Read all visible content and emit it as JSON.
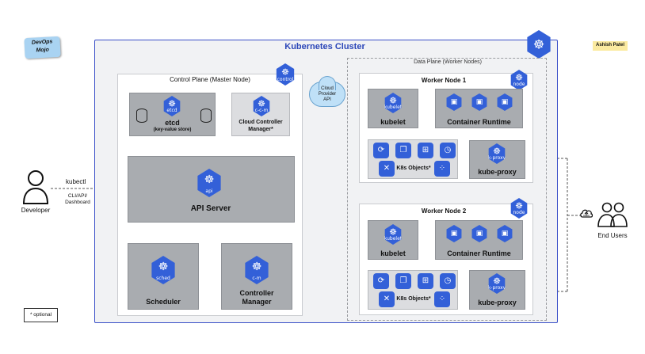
{
  "brand": {
    "logo_line1": "DevOps",
    "logo_line2": "Mojo",
    "author": "Ashish Patel"
  },
  "cluster": {
    "title": "Kubernetes Cluster"
  },
  "control_plane": {
    "title": "Control Plane (Master Node)",
    "etcd": {
      "name": "etcd",
      "desc": "(key-value store)",
      "icon_label": "etcd"
    },
    "ccm": {
      "name_line1": "Cloud Controller",
      "name_line2": "Manager*",
      "icon_label": "c-c-m"
    },
    "api": {
      "name": "API Server",
      "icon_label": "api"
    },
    "scheduler": {
      "name": "Scheduler",
      "icon_label": "sched"
    },
    "cm": {
      "name_line1": "Controller",
      "name_line2": "Manager",
      "icon_label": "c-m"
    }
  },
  "cloud": {
    "line1": "Cloud",
    "line2": "Provider",
    "line3": "API"
  },
  "data_plane": {
    "title": "Data Plane (Worker Nodes)"
  },
  "workers": [
    {
      "title": "Worker Node 1",
      "kubelet": "kubelet",
      "runtime": "Container Runtime",
      "objects": "K8s Objects*",
      "proxy": "kube-proxy",
      "node_icon": "node",
      "kubelet_icon": "kubelet",
      "proxy_icon": "k-proxy"
    },
    {
      "title": "Worker Node 2",
      "kubelet": "kubelet",
      "runtime": "Container Runtime",
      "objects": "K8s Objects*",
      "proxy": "kube-proxy",
      "node_icon": "node",
      "kubelet_icon": "kubelet",
      "proxy_icon": "k-proxy"
    }
  ],
  "developer": {
    "label": "Developer",
    "tool": "kubectl",
    "access_line1": "CLI/API/",
    "access_line2": "Dashboard"
  },
  "end_users": {
    "label": "End Users"
  },
  "legend": {
    "optional": "* optional"
  },
  "icons": {
    "primary_color": "#3360d8",
    "cluster_border": "#3a4fc8"
  }
}
